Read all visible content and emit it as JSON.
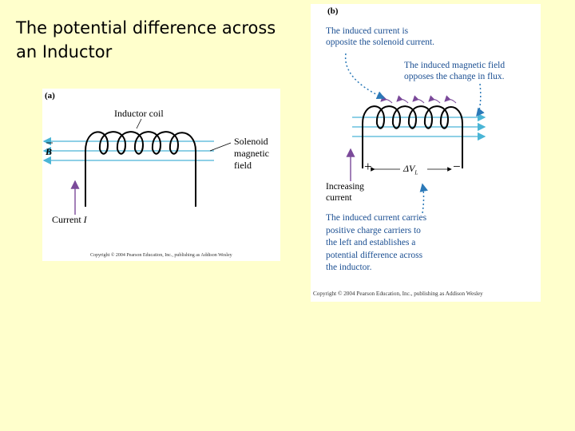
{
  "slide": {
    "title_line1": "The potential difference across",
    "title_line2": "an Inductor"
  },
  "figure_a": {
    "panel_label": "(a)",
    "inductor_coil_label": "Inductor coil",
    "solenoid_field_line1": "Solenoid",
    "solenoid_field_line2": "magnetic",
    "solenoid_field_line3": "field",
    "b_label": "B",
    "current_label": "Current",
    "current_symbol": "I",
    "copyright": "Copyright © 2004 Pearson Education, Inc., publishing as Addison Wesley"
  },
  "figure_b": {
    "panel_label": "(b)",
    "induced_current_line1": "The induced current is",
    "induced_current_line2": "opposite the solenoid current.",
    "induced_field_line1": "The induced magnetic field",
    "induced_field_line2": "opposes the change in flux.",
    "plus_sign": "+",
    "minus_sign": "−",
    "delta_v": "ΔV",
    "delta_v_sub": "L",
    "increasing_line1": "Increasing",
    "increasing_line2": "current",
    "carries_line1": "The induced current carries",
    "carries_line2": "positive charge carriers to",
    "carries_line3": "the left and establishes a",
    "carries_line4": "potential difference across",
    "carries_line5": "the inductor.",
    "copyright": "Copyright © 2004 Pearson Education, Inc., publishing as Addison Wesley"
  },
  "colors": {
    "background": "#ffffcc",
    "field_line": "#4ab5d6",
    "current_arrow": "#7b4a9a",
    "annotation_text": "#1b4f92",
    "annotation_arrow": "#2b79b8"
  }
}
